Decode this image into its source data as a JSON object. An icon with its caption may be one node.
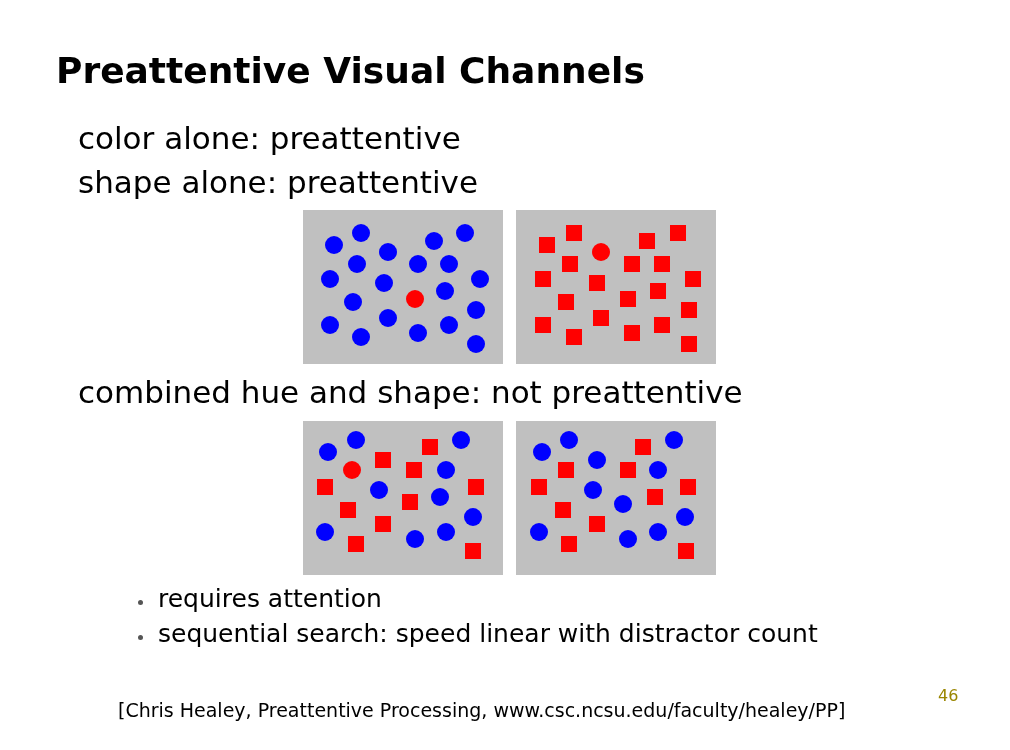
{
  "diagram": {
    "title": "Preattentive Visual Channels",
    "labels": [
      "color alone: preattentive",
      "shape alone: preattentive",
      "combined hue and shape: not preattentive",
      "requires attention",
      "sequential search: speed linear with distractor count",
      "[Chris Healey, Preattentive Processing, www.csc.ncsu.edu/faculty/healey/PP]",
      "46"
    ]
  }
}
